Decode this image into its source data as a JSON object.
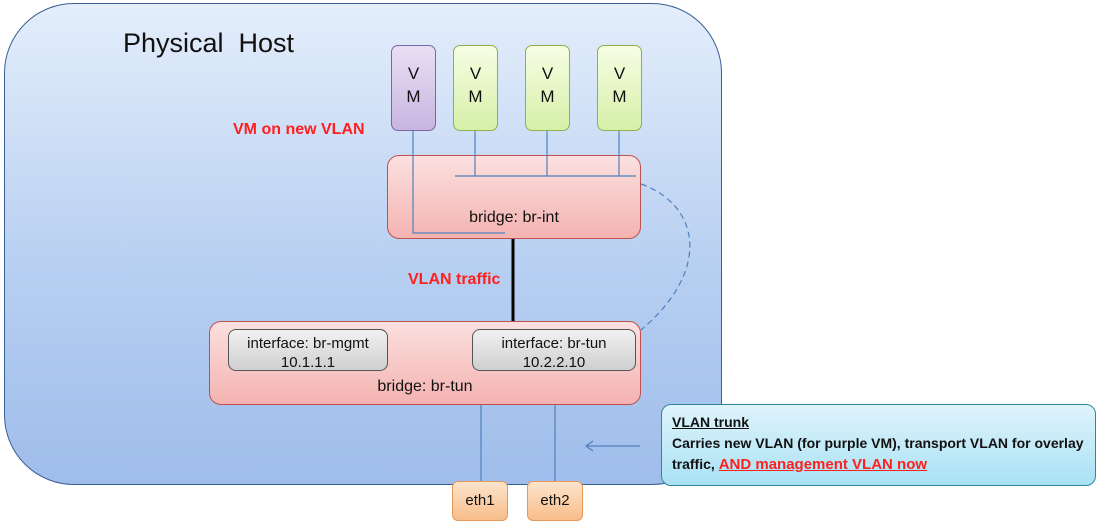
{
  "host": {
    "title": "Physical  Host"
  },
  "vms": [
    {
      "line1": "V",
      "line2": "M",
      "color": "purple"
    },
    {
      "line1": "V",
      "line2": "M",
      "color": "green"
    },
    {
      "line1": "V",
      "line2": "M",
      "color": "green"
    },
    {
      "line1": "V",
      "line2": "M",
      "color": "green"
    }
  ],
  "labels": {
    "vm_new_vlan": "VM on new VLAN",
    "vlan_traffic": "VLAN traffic"
  },
  "br_int": {
    "label": "bridge: br-int"
  },
  "br_tun": {
    "label": "bridge: br-tun",
    "iface_mgmt": {
      "name": "interface: br-mgmt",
      "ip": "10.1.1.1"
    },
    "iface_tun": {
      "name": "interface: br-tun",
      "ip": "10.2.2.10"
    }
  },
  "eths": [
    "eth1",
    "eth2"
  ],
  "callout": {
    "title": "VLAN trunk",
    "body": "Carries new VLAN (for purple VM), transport VLAN for overlay traffic, ",
    "highlight": "AND management VLAN now"
  },
  "colors": {
    "host_fill": "#b7cff1",
    "bridge_fill": "#f4b3b1",
    "vm_purple": "#c8b5e0",
    "vm_green": "#d6f0a8",
    "eth_fill": "#f8be8a",
    "callout_fill": "#a9e1f4",
    "accent_red": "#ff1f1f",
    "link_blue": "#4f81bd"
  }
}
